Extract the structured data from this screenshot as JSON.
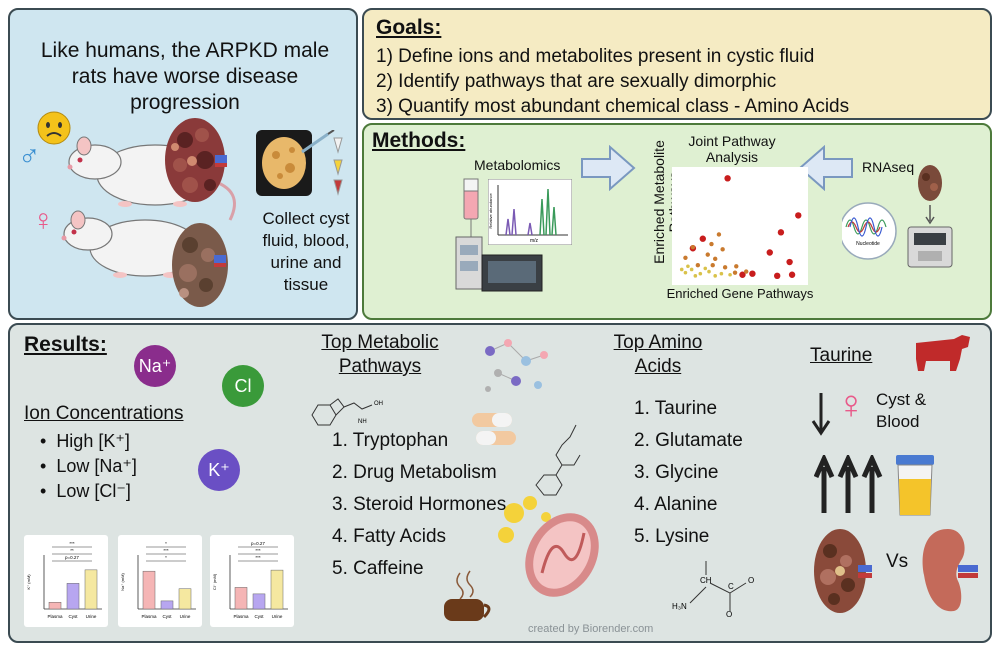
{
  "intro": {
    "text": "Like humans, the ARPKD male rats have worse disease progression",
    "male_symbol": "♂",
    "female_symbol": "♀",
    "collect_text": "Collect cyst fluid, blood, urine and tissue"
  },
  "goals": {
    "title": "Goals:",
    "items": [
      "1) Define ions and metabolites present in cystic fluid",
      "2) Identify pathways that are sexually dimorphic",
      "3) Quantify most abundant chemical class - Amino Acids"
    ]
  },
  "methods": {
    "title": "Methods:",
    "metabolomics": "Metabolomics",
    "rnaseq": "RNAseq",
    "joint_title": "Joint Pathway Analysis",
    "y_axis": "Enriched Metabolite Pathways",
    "x_axis": "Enriched Gene Pathways",
    "spectrum_ylabel": "Relative abundance",
    "spectrum_xlabel": "m/z",
    "seq_label": "Nucleotide"
  },
  "results": {
    "title": "Results:",
    "ions": {
      "na": "Na⁺",
      "cl": "Cl",
      "k": "K⁺",
      "heading": "Ion Concentrations",
      "items": [
        "High [K⁺]",
        "Low [Na⁺]",
        "Low [Cl⁻]"
      ]
    },
    "metabolic": {
      "heading": "Top Metabolic Pathways",
      "items": [
        "1. Tryptophan",
        "2. Drug Metabolism",
        "3. Steroid Hormones",
        "4. Fatty Acids",
        "5. Caffeine"
      ]
    },
    "amino": {
      "heading": "Top Amino Acids",
      "items": [
        "1.  Taurine",
        "2.  Glutamate",
        "3.  Glycine",
        "4.  Alanine",
        "5.  Lysine"
      ]
    },
    "taurine": {
      "heading": "Taurine",
      "cyst_blood": "Cyst & Blood",
      "vs": "Vs"
    },
    "amino_structure_labels": [
      "CH",
      "C",
      "O",
      "O",
      "H₃N"
    ],
    "footer": "created by Biorender.com"
  },
  "chart_data": [
    {
      "type": "bar",
      "categories": [
        "Plasma",
        "Cyst",
        "Urine"
      ],
      "values": [
        25,
        95,
        145
      ],
      "ylabel": "K⁺ (mM)",
      "ylim": [
        0,
        200
      ],
      "annotations": [
        "***",
        "**",
        "p=0.27"
      ]
    },
    {
      "type": "bar",
      "categories": [
        "Plasma",
        "Cyst",
        "Urine"
      ],
      "values": [
        140,
        30,
        75
      ],
      "ylabel": "Na⁺ (mM)",
      "ylim": [
        0,
        200
      ],
      "annotations": [
        "*",
        "***",
        "*"
      ]
    },
    {
      "type": "bar",
      "categories": [
        "Plasma",
        "Cyst",
        "Urine"
      ],
      "values": [
        100,
        70,
        180
      ],
      "ylabel": "Cl⁻ (mM)",
      "ylim": [
        0,
        250
      ],
      "annotations": [
        "p=0.27",
        "***",
        "***"
      ]
    },
    {
      "type": "scatter",
      "xlabel": "Enriched Gene Pathways",
      "ylabel": "Enriched Metabolite Pathways",
      "title": "Joint Pathway Analysis",
      "points": [
        [
          0.4,
          0.95,
          "r"
        ],
        [
          0.97,
          0.6,
          "r"
        ],
        [
          0.83,
          0.44,
          "r"
        ],
        [
          0.74,
          0.25,
          "r"
        ],
        [
          0.9,
          0.16,
          "r"
        ],
        [
          0.92,
          0.04,
          "r"
        ],
        [
          0.8,
          0.03,
          "r"
        ],
        [
          0.6,
          0.05,
          "r"
        ],
        [
          0.2,
          0.38,
          "r"
        ],
        [
          0.12,
          0.29,
          "r"
        ],
        [
          0.33,
          0.42,
          "o"
        ],
        [
          0.27,
          0.33,
          "o"
        ],
        [
          0.12,
          0.3,
          "o"
        ],
        [
          0.36,
          0.28,
          "o"
        ],
        [
          0.24,
          0.23,
          "o"
        ],
        [
          0.06,
          0.2,
          "o"
        ],
        [
          0.3,
          0.19,
          "o"
        ],
        [
          0.38,
          0.11,
          "o"
        ],
        [
          0.47,
          0.12,
          "o"
        ],
        [
          0.16,
          0.13,
          "o"
        ],
        [
          0.06,
          0.06,
          "y"
        ],
        [
          0.11,
          0.09,
          "y"
        ],
        [
          0.18,
          0.05,
          "y"
        ],
        [
          0.25,
          0.07,
          "y"
        ],
        [
          0.3,
          0.03,
          "y"
        ],
        [
          0.35,
          0.05,
          "y"
        ],
        [
          0.42,
          0.04,
          "y"
        ],
        [
          0.08,
          0.12,
          "y"
        ],
        [
          0.14,
          0.03,
          "y"
        ],
        [
          0.22,
          0.1,
          "y"
        ],
        [
          0.03,
          0.09,
          "y"
        ],
        [
          0.46,
          0.06,
          "o"
        ],
        [
          0.52,
          0.04,
          "r"
        ],
        [
          0.55,
          0.07,
          "o"
        ],
        [
          0.28,
          0.13,
          "o"
        ]
      ]
    }
  ],
  "colors": {
    "intro_bg": "#cfe6f0",
    "goals_bg": "#f5ebc3",
    "methods_bg": "#dff0d2",
    "results_bg": "#dde4e2",
    "male": "#3a8fd1",
    "female": "#e85a8a",
    "na": "#8a2d8c",
    "cl": "#3a9a3a",
    "k": "#6a4fc4",
    "bar_plasma": "#f5b5b5",
    "bar_cyst": "#b7a6f0",
    "bar_urine": "#f5e8a0"
  }
}
